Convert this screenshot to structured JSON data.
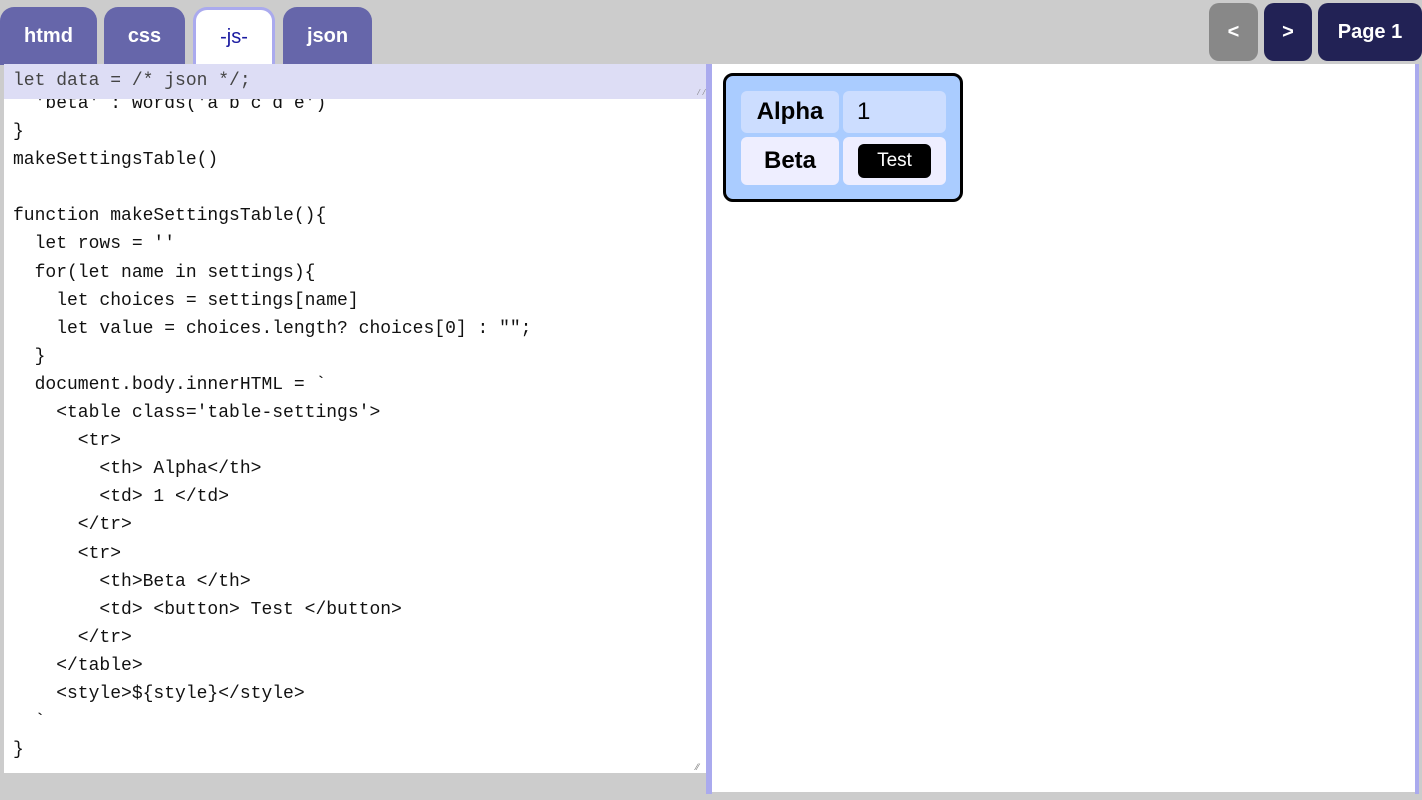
{
  "tabs": [
    {
      "label": "htmd"
    },
    {
      "label": "css"
    },
    {
      "label": "-js-",
      "active": true
    },
    {
      "label": "json"
    }
  ],
  "nav": {
    "prev_label": "<",
    "next_label": ">",
    "page_label": "Page 1"
  },
  "editor": {
    "header_line": "let data = /* json */;",
    "code": "  'beta' : words('a b c d e')\n}\nmakeSettingsTable()\n\nfunction makeSettingsTable(){\n  let rows = ''\n  for(let name in settings){\n    let choices = settings[name]\n    let value = choices.length? choices[0] : \"\";\n  }\n  document.body.innerHTML = `\n    <table class='table-settings'>\n      <tr>\n        <th> Alpha</th>\n        <td> 1 </td>\n      </tr>\n      <tr>\n        <th>Beta </th>\n        <td> <button> Test </button>\n      </tr>\n    </table>\n    <style>${style}</style>\n  `\n}"
  },
  "preview": {
    "rows": [
      {
        "header": "Alpha",
        "value": "1"
      },
      {
        "header": "Beta",
        "button": "Test"
      }
    ]
  },
  "colors": {
    "tab": "#6666aa",
    "active_tab_text": "#1a1aa0",
    "nav": "#222255",
    "nav_disabled": "#888888",
    "card": "#aaccff"
  }
}
